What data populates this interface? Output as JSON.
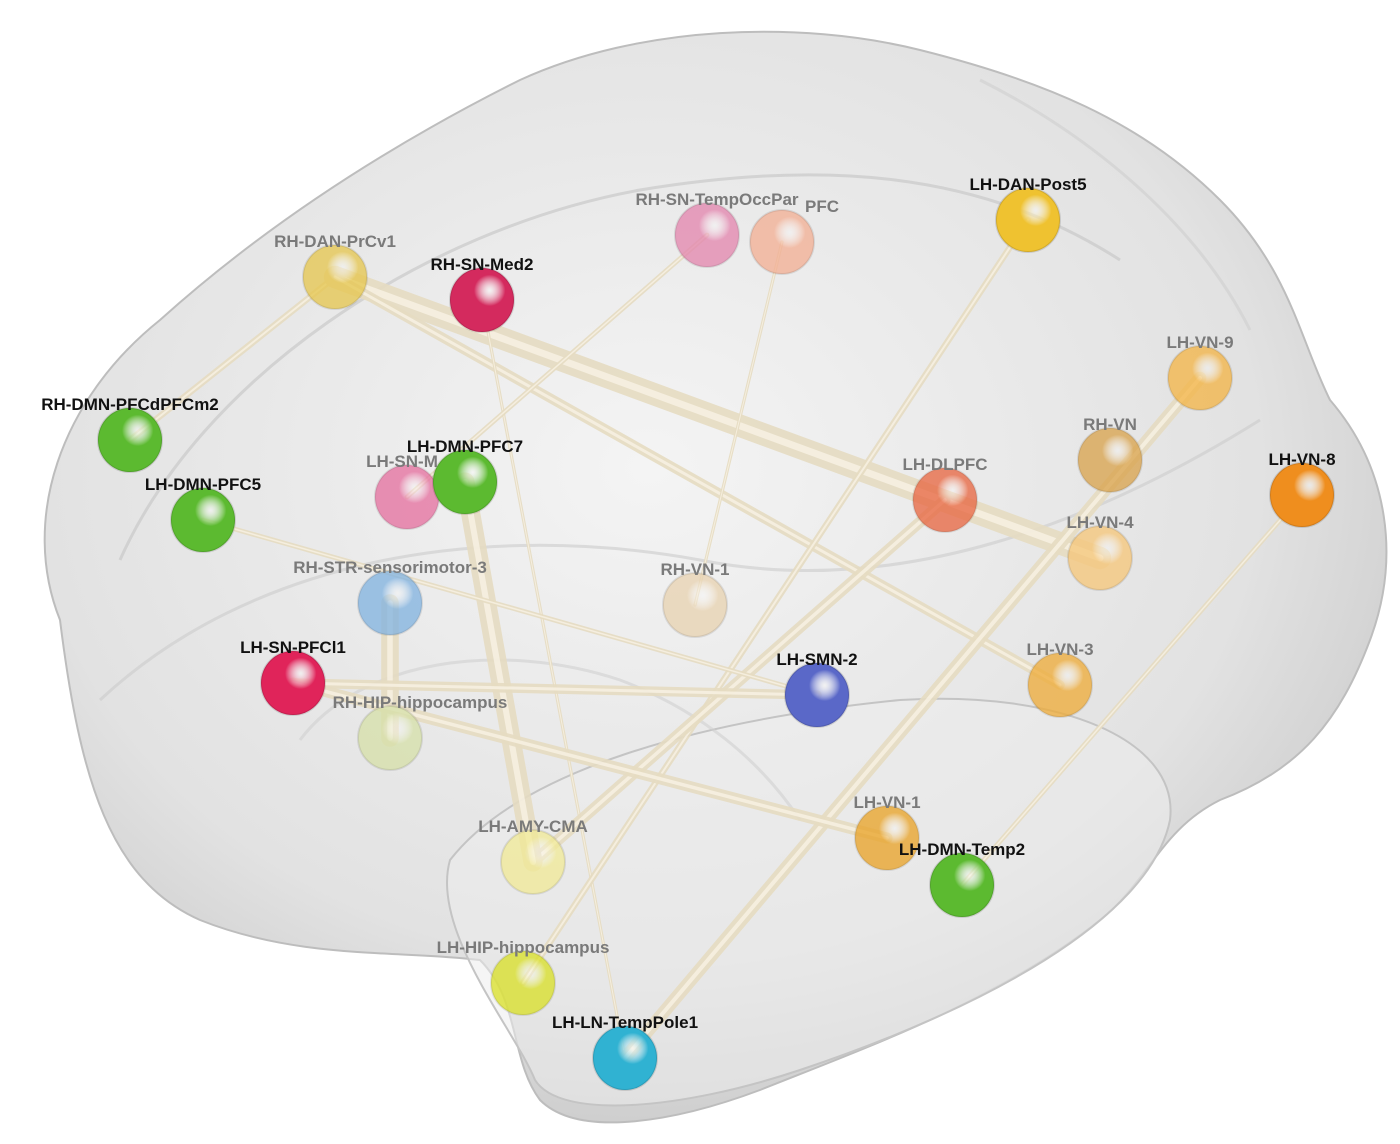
{
  "figure": {
    "type": "brain-connectivity-graph",
    "nodes": [
      {
        "id": "n1",
        "label": "RH-DAN-PrCv1",
        "color": "#e6c64c",
        "faded": true
      },
      {
        "id": "n2",
        "label": "RH-SN-Med2",
        "color": "#d42a5e",
        "faded": false
      },
      {
        "id": "n3",
        "label": "RH-SN-TempOccPar",
        "color": "#e384ad",
        "faded": true
      },
      {
        "id": "n4",
        "label": "PFC",
        "color": "#f3ae92",
        "faded": true
      },
      {
        "id": "n5",
        "label": "LH-DAN-Post5",
        "color": "#efc230",
        "faded": false
      },
      {
        "id": "n6",
        "label": "LH-VN-9",
        "color": "#f4b444",
        "faded": true
      },
      {
        "id": "n7",
        "label": "RH-VN",
        "color": "#d9a24a",
        "faded": true
      },
      {
        "id": "n8",
        "label": "LH-VN-8",
        "color": "#ef8e1e",
        "faded": false
      },
      {
        "id": "n9",
        "label": "LH-DLPFC",
        "color": "#e8643e",
        "faded": true
      },
      {
        "id": "n10",
        "label": "LH-VN-4",
        "color": "#f6c678",
        "faded": true
      },
      {
        "id": "n11",
        "label": "LH-VN-3",
        "color": "#efab36",
        "faded": true
      },
      {
        "id": "n12",
        "label": "LH-SMN-2",
        "color": "#5a68c8",
        "faded": false
      },
      {
        "id": "n13",
        "label": "RH-VN-1",
        "color": "#e8d2b0",
        "faded": true
      },
      {
        "id": "n14",
        "label": "RH-STR-sensorimotor-3",
        "color": "#80b2e0",
        "faded": true
      },
      {
        "id": "n15",
        "label": "LH-SN-M",
        "color": "#e56e9e",
        "faded": true
      },
      {
        "id": "n16",
        "label": "LH-DMN-PFC7",
        "color": "#5cba30",
        "faded": false
      },
      {
        "id": "n17",
        "label": "RH-DMN-PFCdPFCm2",
        "color": "#5cba30",
        "faded": false
      },
      {
        "id": "n18",
        "label": "LH-DMN-PFC5",
        "color": "#5cba30",
        "faded": false
      },
      {
        "id": "n19",
        "label": "LH-SN-PFCl1",
        "color": "#e0245a",
        "faded": false
      },
      {
        "id": "n20",
        "label": "RH-HIP-hippocampus",
        "color": "#d6e0a8",
        "faded": true
      },
      {
        "id": "n21",
        "label": "LH-AMY-CMA",
        "color": "#f1ea96",
        "faded": true
      },
      {
        "id": "n22",
        "label": "LH-VN-1",
        "color": "#e9a224",
        "faded": true
      },
      {
        "id": "n23",
        "label": "LH-DMN-Temp2",
        "color": "#5cba30",
        "faded": false
      },
      {
        "id": "n24",
        "label": "LH-HIP-hippocampus",
        "color": "#d9e024",
        "faded": true
      },
      {
        "id": "n25",
        "label": "LH-LN-TempPole1",
        "color": "#30b2d2",
        "faded": false
      }
    ],
    "edges": [
      {
        "from": "n1",
        "to": "n17",
        "weight": 2
      },
      {
        "from": "n1",
        "to": "n10",
        "weight": 7
      },
      {
        "from": "n1",
        "to": "n11",
        "weight": 3
      },
      {
        "from": "n2",
        "to": "n25",
        "weight": 1
      },
      {
        "from": "n3",
        "to": "n15",
        "weight": 1.5
      },
      {
        "from": "n4",
        "to": "n13",
        "weight": 1
      },
      {
        "from": "n5",
        "to": "n24",
        "weight": 2
      },
      {
        "from": "n6",
        "to": "n25",
        "weight": 4
      },
      {
        "from": "n9",
        "to": "n21",
        "weight": 3.5
      },
      {
        "from": "n16",
        "to": "n21",
        "weight": 6
      },
      {
        "from": "n14",
        "to": "n20",
        "weight": 5.5
      },
      {
        "from": "n18",
        "to": "n12",
        "weight": 1.5
      },
      {
        "from": "n19",
        "to": "n12",
        "weight": 3
      },
      {
        "from": "n19",
        "to": "n22",
        "weight": 3.5
      },
      {
        "from": "n8",
        "to": "n23",
        "weight": 1.5
      }
    ],
    "edge_color": "#e6dcc2",
    "surface_color": "#d8d8d8"
  }
}
